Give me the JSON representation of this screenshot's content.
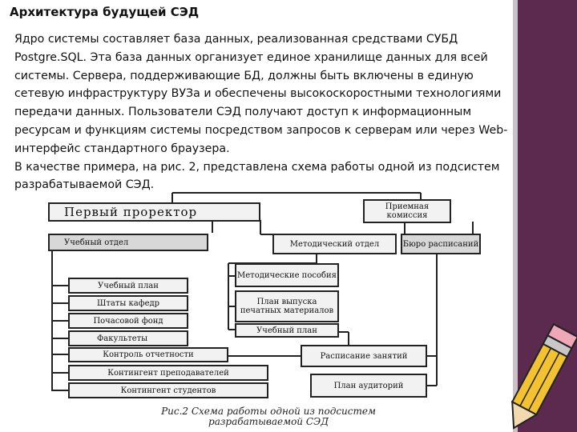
{
  "slide": {
    "title": "Архитектура будущей СЭД",
    "paragraphs": [
      "Ядро системы составляет база данных, реализованная средствами СУБД Postgre.SQL. Эта база данных организует единое хранилище данных для всей системы. Сервера, поддерживающие БД, должны быть включены в единую сетевую инфраструктуру ВУЗа и обеспечены высокоскоростными технологиями передачи данных. Пользователи СЭД получают доступ к информационным ресурсам и функциям системы посредством запросов к серверам или через Web-интерфейс стандартного браузера.",
      "В качестве примера, на рис. 2, представлена схема работы одной из подсистем разрабатываемой СЭД."
    ]
  },
  "diagram": {
    "top": {
      "prorector": "Первый проректор",
      "commission": "Приемная комиссия"
    },
    "departments": {
      "study": "Учебный отдел",
      "method": "Методический отдел",
      "schedule": "Бюро расписаний"
    },
    "study_items": [
      "Учебный план",
      "Штаты кафедр",
      "Почасовой фонд",
      "Факультеты",
      "Контроль отчетности",
      "Контингент преподавателей",
      "Контингент студентов"
    ],
    "method_items": [
      "Методические пособия",
      "План выпуска печатных материалов",
      "Учебный план"
    ],
    "schedule_items": [
      "Расписание занятий",
      "План аудиторий"
    ],
    "caption": "Рис.2 Схема работы одной из подсистем разрабатываемой СЭД"
  },
  "colors": {
    "sidebar": "#5b2a4e",
    "box_fill": "#f2f2f2",
    "box_dark": "#d8d8d8"
  }
}
